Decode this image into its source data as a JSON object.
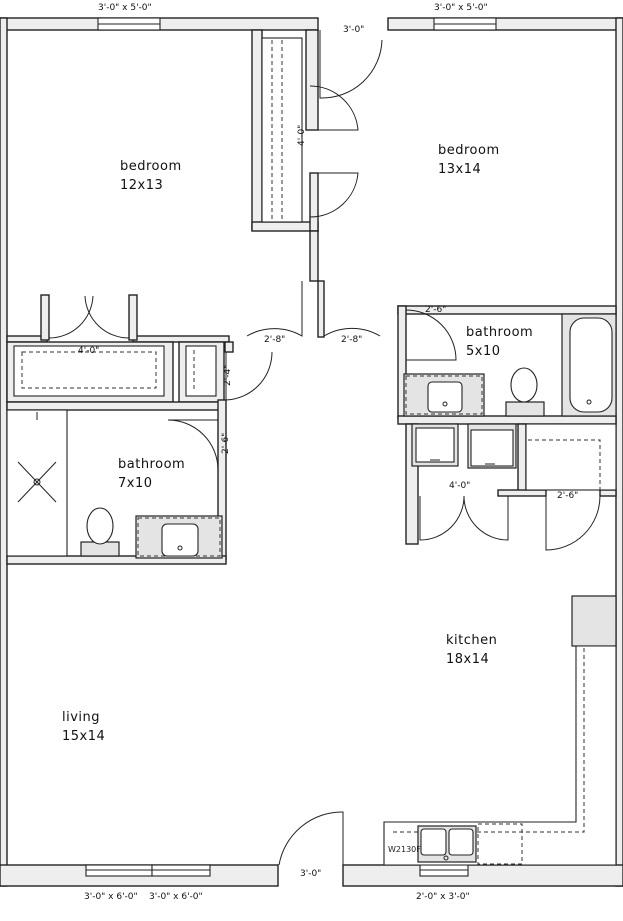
{
  "rooms": {
    "bedroom_left": {
      "name": "bedroom",
      "size": "12x13"
    },
    "bedroom_right": {
      "name": "bedroom",
      "size": "13x14"
    },
    "bathroom_small": {
      "name": "bathroom",
      "size": "5x10"
    },
    "bathroom_left": {
      "name": "bathroom",
      "size": "7x10"
    },
    "kitchen": {
      "name": "kitchen",
      "size": "18x14"
    },
    "living": {
      "name": "living",
      "size": "15x14"
    }
  },
  "windows": {
    "top_left": "3'-0\" x 5'-0\"",
    "top_right": "3'-0\" x 5'-0\"",
    "bottom_left_a": "3'-0\" x 6'-0\"",
    "bottom_left_b": "3'-0\" x 6'-0\"",
    "bottom_right": "2'-0\" x 3'-0\"",
    "kitchen_window_tag": "W2130F"
  },
  "doors": {
    "top_entry": "3'-0\"",
    "closet_top_vertical": "4'-0\"",
    "closet_left": "4'-0\"",
    "hall_left": "2'-8\"",
    "hall_right": "2'-8\"",
    "linen": "2'-4\"",
    "bath_left": "2'-6\"",
    "bath_small": "2'-6\"",
    "laundry": "4'-0\"",
    "pantry": "2'-6\"",
    "front_entry": "3'-0\""
  }
}
